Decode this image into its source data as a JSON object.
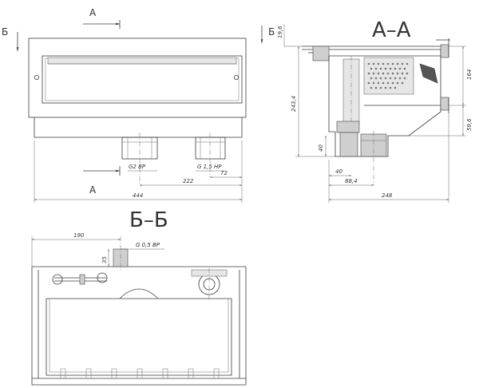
{
  "views": {
    "front": {
      "section_marker_a_top": "А",
      "section_marker_a_bottom": "А",
      "section_marker_b_left": "Б",
      "section_marker_b_right": "Б",
      "thread_label_left": "G2 ВР",
      "thread_label_right": "G 1,5 НР",
      "dim_72": "72",
      "dim_222": "222",
      "dim_444": "444"
    },
    "section_aa": {
      "title": "А–А",
      "dim_19_6": "19,6",
      "dim_164": "164",
      "dim_243_4": "243,4",
      "dim_59_6": "59,6",
      "dim_40_vertical": "40",
      "dim_40_horizontal": "40",
      "dim_88_4": "88,4",
      "dim_248": "248"
    },
    "section_bb": {
      "title": "Б–Б",
      "dim_190": "190",
      "dim_35": "35",
      "thread_label": "G 0,5 ВР"
    }
  }
}
